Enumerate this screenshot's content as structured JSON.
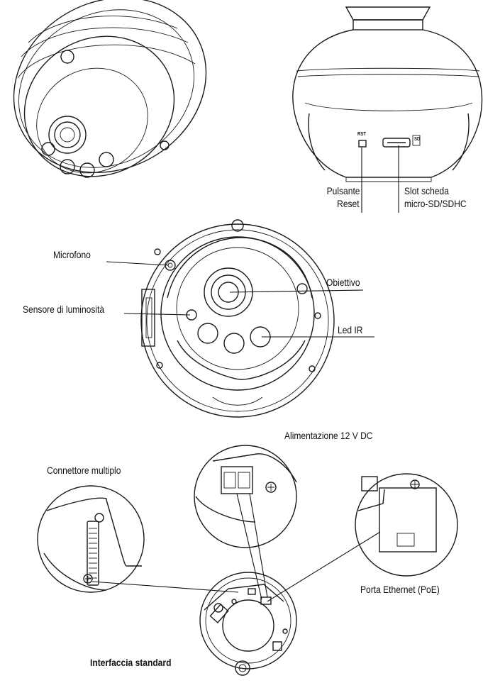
{
  "labels": {
    "reset_button": [
      "Pulsante",
      "Reset"
    ],
    "sd_slot": [
      "Slot scheda",
      "micro-SD/SDHC"
    ],
    "rst_marking": "RST",
    "sd_marking": "SD",
    "microphone": "Microfono",
    "lens": "Obiettivo",
    "light_sensor": "Sensore di luminosità",
    "ir_led": "Led IR",
    "power_supply": "Alimentazione 12 V DC",
    "multi_connector": "Connettore multiplo",
    "ethernet_port": "Porta Ethernet (PoE)",
    "standard_interface": "Interfaccia standard"
  }
}
